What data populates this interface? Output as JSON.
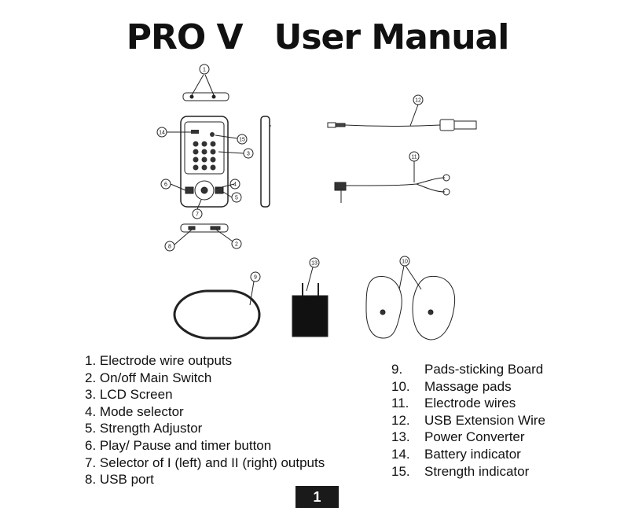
{
  "title": {
    "part1": "PRO V",
    "part2": "User Manual"
  },
  "callouts": [
    "1",
    "2",
    "3",
    "4",
    "5",
    "6",
    "7",
    "8",
    "9",
    "10",
    "11",
    "12",
    "13",
    "14",
    "15"
  ],
  "left_list": [
    {
      "num": "1.",
      "label": "Electrode wire outputs"
    },
    {
      "num": "2.",
      "label": "On/off Main Switch"
    },
    {
      "num": "3.",
      "label": "LCD Screen"
    },
    {
      "num": "4.",
      "label": "Mode selector"
    },
    {
      "num": "5.",
      "label": "Strength Adjustor"
    },
    {
      "num": "6.",
      "label": "Play/ Pause and timer button"
    },
    {
      "num": "7.",
      "label": "Selector of I (left) and II (right) outputs"
    },
    {
      "num": "8.",
      "label": "USB port"
    }
  ],
  "right_list": [
    {
      "num": "9.",
      "label": "Pads-sticking Board"
    },
    {
      "num": "10.",
      "label": "Massage pads"
    },
    {
      "num": "11.",
      "label": "Electrode wires"
    },
    {
      "num": "12.",
      "label": "USB Extension Wire"
    },
    {
      "num": "13.",
      "label": "Power Converter"
    },
    {
      "num": "14.",
      "label": "Battery indicator"
    },
    {
      "num": "15.",
      "label": "Strength indicator"
    }
  ],
  "page_number": "1"
}
